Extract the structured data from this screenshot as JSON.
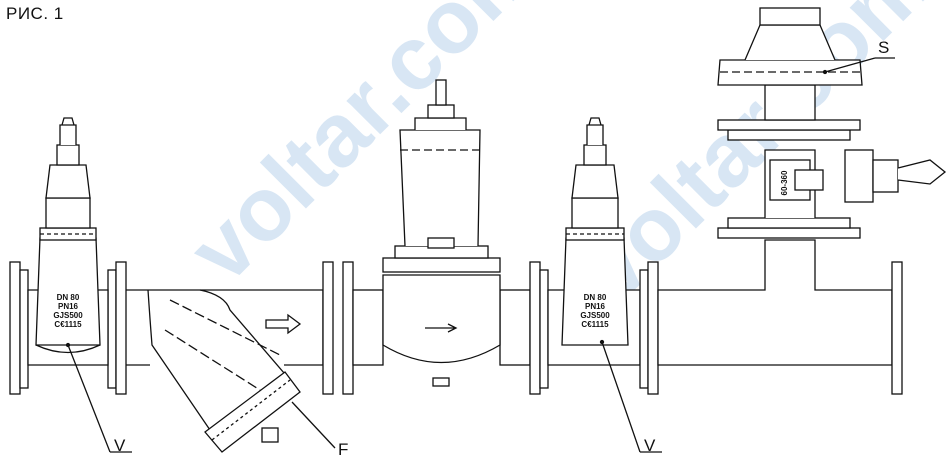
{
  "figure": {
    "title": "РИС. 1",
    "callouts": [
      "V",
      "F",
      "V",
      "S"
    ],
    "valve_plate": {
      "line1": "DN 80",
      "line2": "PN16",
      "line3": "GJS500",
      "line4": "C€1115"
    },
    "actuator_label": "60-360"
  },
  "watermark": {
    "text": "voltar.com.ua",
    "color": "#2e7bc4"
  }
}
